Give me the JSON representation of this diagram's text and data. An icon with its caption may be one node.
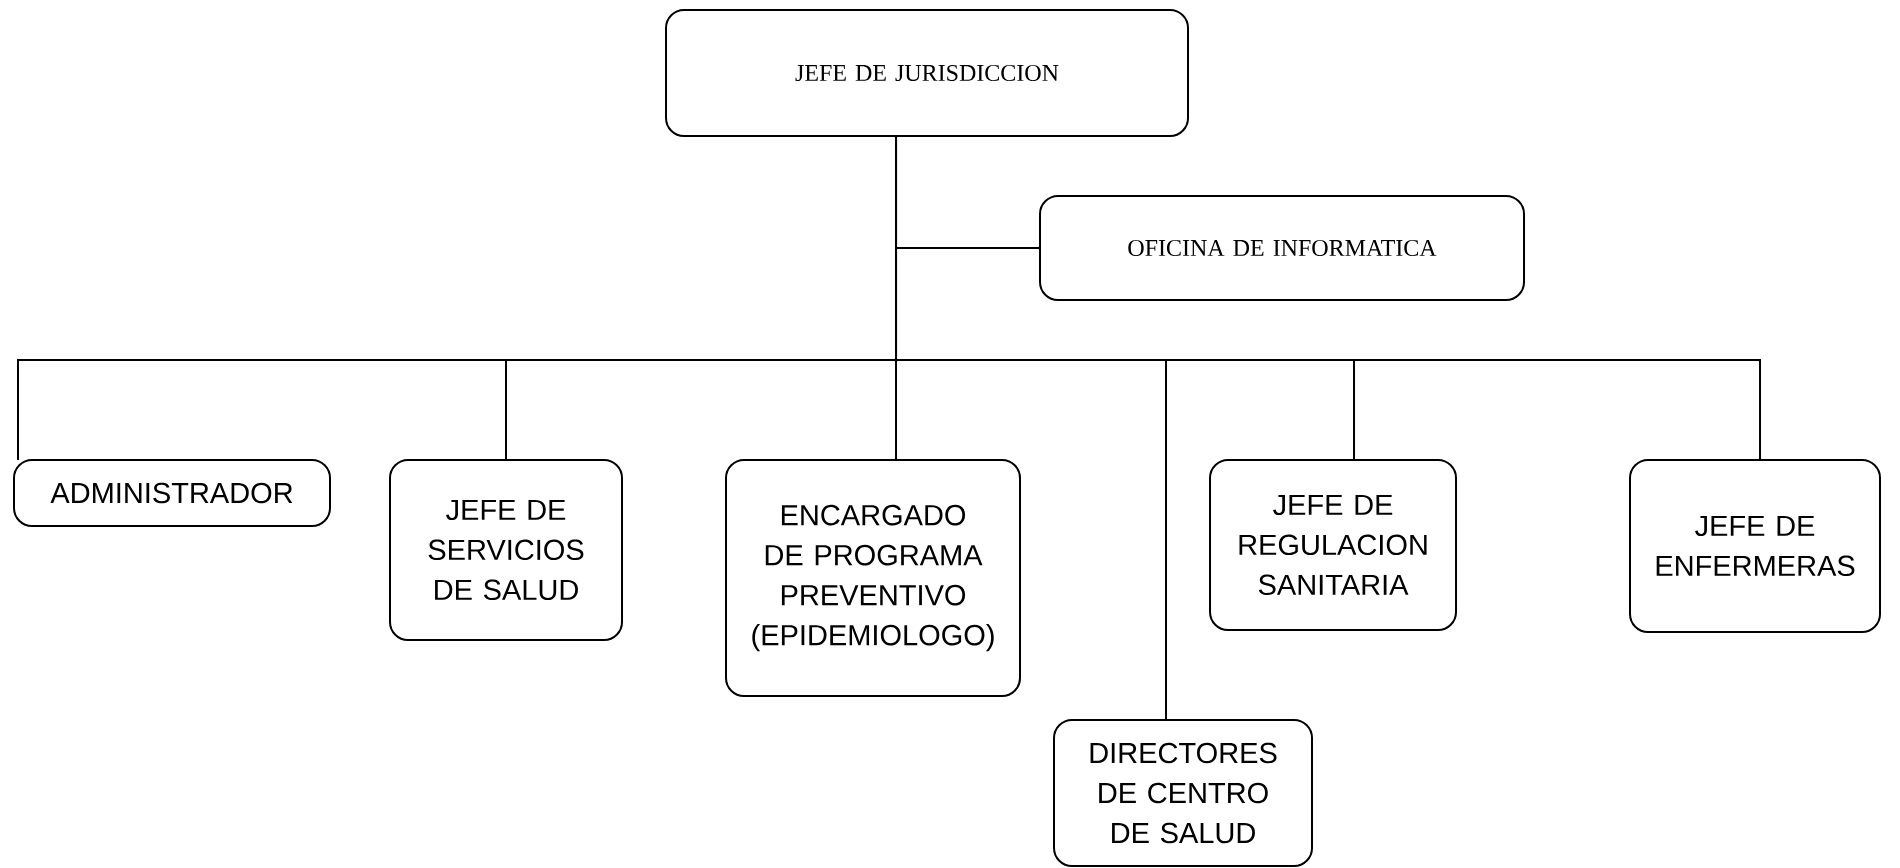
{
  "diagram": {
    "nodes": [
      {
        "text": [
          "JEFE DE JURISDICCION"
        ]
      },
      {
        "text": [
          "OFICINA DE INFORMATICA"
        ]
      },
      {
        "text": [
          "ADMINISTRADOR"
        ]
      },
      {
        "text": [
          "JEFE DE SERVICIOS DE SALUD"
        ]
      },
      {
        "text": [
          "ENCARGADO DE PROGRAMA PREVENTIVO (EPIDEMIOLOGO)"
        ]
      },
      {
        "text": [
          "DIRECTORES DE CENTRO DE SALUD"
        ]
      },
      {
        "text": [
          "JEFE DE REGULACION SANITARIA"
        ]
      },
      {
        "text": [
          "JEFE DE ENFERMERAS"
        ]
      }
    ],
    "edges": [
      {
        "from": 0,
        "to": 1,
        "arrow": "none"
      },
      {
        "from": 0,
        "to": 2,
        "arrow": "none"
      },
      {
        "from": 0,
        "to": 3,
        "arrow": "none"
      },
      {
        "from": 0,
        "to": 4,
        "arrow": "none"
      },
      {
        "from": 0,
        "to": 5,
        "arrow": "none"
      },
      {
        "from": 0,
        "to": 6,
        "arrow": "none"
      },
      {
        "from": 0,
        "to": 7,
        "arrow": "none"
      }
    ]
  }
}
